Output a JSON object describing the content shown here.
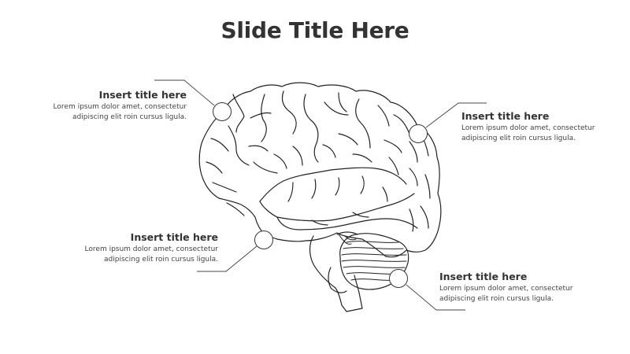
{
  "slide": {
    "title": "Slide Title Here"
  },
  "callouts": [
    {
      "position": "top-left",
      "title": "Insert title here",
      "line1": "Lorem ipsum dolor amet, consectetur",
      "line2": "adipiscing elit roin cursus ligula."
    },
    {
      "position": "top-right",
      "title": "Insert title here",
      "line1": "Lorem ipsum dolor amet, consectetur",
      "line2": "adipiscing elit roin cursus ligula."
    },
    {
      "position": "bottom-left",
      "title": "Insert title here",
      "line1": "Lorem ipsum dolor amet, consectetur",
      "line2": "adipiscing elit roin cursus ligula."
    },
    {
      "position": "bottom-right",
      "title": "Insert title here",
      "line1": "Lorem ipsum dolor amet, consectetur",
      "line2": "adipiscing elit roin cursus ligula."
    }
  ],
  "colors": {
    "text": "#333333",
    "stroke": "#222222",
    "connector": "#444444",
    "background": "#ffffff"
  },
  "illustration": {
    "icon": "brain-icon"
  }
}
